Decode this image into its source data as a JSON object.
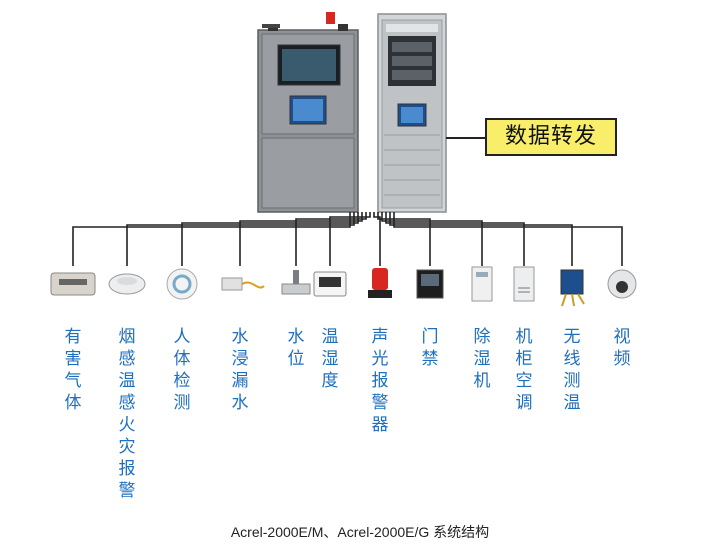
{
  "forward_label": "数据转发",
  "caption": "Acrel-2000E/M、Acrel-2000E/G 系统结构",
  "devices": [
    {
      "label": "有害气体",
      "icon": "gas-detector-icon"
    },
    {
      "label": "烟感温感火灾报警",
      "icon": "smoke-detector-icon"
    },
    {
      "label": "人体检测",
      "icon": "motion-sensor-icon"
    },
    {
      "label": "水浸漏水",
      "icon": "water-leak-sensor-icon"
    },
    {
      "label": "水位",
      "icon": "water-level-sensor-icon"
    },
    {
      "label": "温湿度",
      "icon": "thermo-hygrometer-icon"
    },
    {
      "label": "声光报警器",
      "icon": "alarm-light-icon"
    },
    {
      "label": "门禁",
      "icon": "access-control-icon"
    },
    {
      "label": "除湿机",
      "icon": "dehumidifier-icon"
    },
    {
      "label": "机柜空调",
      "icon": "cabinet-air-conditioner-icon"
    },
    {
      "label": "无线测温",
      "icon": "wireless-temp-sensor-icon"
    },
    {
      "label": "视频",
      "icon": "camera-icon"
    }
  ],
  "colors": {
    "label_text": "#1e6fc0",
    "forward_box": "#f8ee6a",
    "cabinet_left": "#8e9196",
    "cabinet_right": "#cfd2d5",
    "wire": "#222222"
  }
}
